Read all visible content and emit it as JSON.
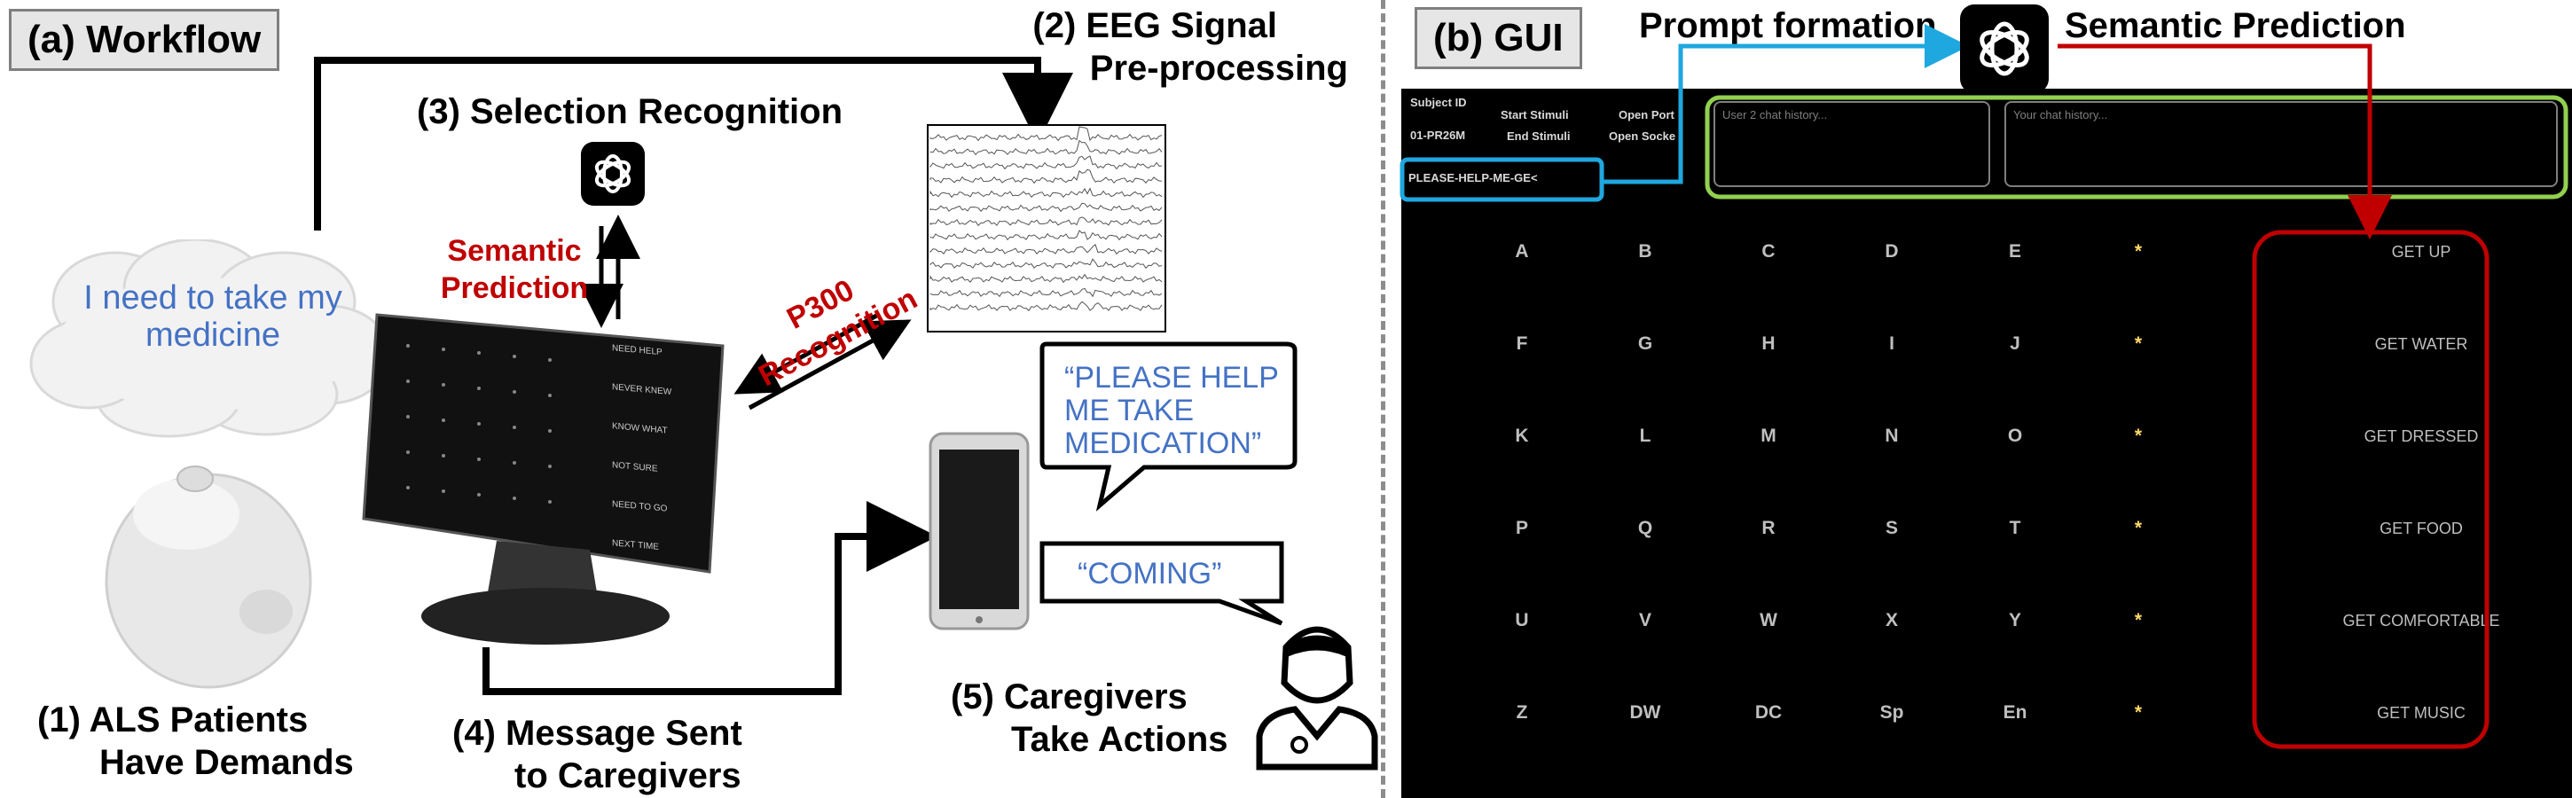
{
  "left": {
    "tag": "(a) Workflow",
    "thought": [
      "I need to take my",
      "medicine"
    ],
    "step1": [
      "(1)  ALS Patients",
      "Have Demands"
    ],
    "step2": [
      "(2) EEG Signal",
      "Pre-processing"
    ],
    "step3": "(3) Selection Recognition",
    "step4": [
      "(4) Message Sent",
      "to Caregivers"
    ],
    "step5": [
      "(5) Caregivers",
      "Take Actions"
    ],
    "semantic": [
      "Semantic",
      "Prediction"
    ],
    "p300": [
      "P300",
      "Recognition"
    ],
    "bubble1": [
      "“PLEASE HELP",
      "ME TAKE",
      "MEDICATION”"
    ],
    "bubble2": "“COMING”",
    "monitor_predictions": [
      "NEED HELP",
      "NEVER KNEW",
      "KNOW WHAT",
      "NOT SURE",
      "NEED TO GO",
      "NEXT TIME"
    ]
  },
  "right": {
    "tag": "(b) GUI",
    "prompt_formation": "Prompt formation",
    "semantic_prediction": "Semantic Prediction",
    "subject_id_label": "Subject ID",
    "subject_id": "01-PR26M",
    "start_stimuli": "Start Stimuli",
    "end_stimuli": "End Stimuli",
    "open_port": "Open Port",
    "open_socket": "Open Socke",
    "typed_text": "PLEASE-HELP-ME-GE<",
    "user_chat_placeholder": "User 2 chat history...",
    "your_chat_placeholder": "Your chat history...",
    "grid": [
      [
        "A",
        "B",
        "C",
        "D",
        "E",
        "*"
      ],
      [
        "F",
        "G",
        "H",
        "I",
        "J",
        "*"
      ],
      [
        "K",
        "L",
        "M",
        "N",
        "O",
        "*"
      ],
      [
        "P",
        "Q",
        "R",
        "S",
        "T",
        "*"
      ],
      [
        "U",
        "V",
        "W",
        "X",
        "Y",
        "*"
      ],
      [
        "Z",
        "DW",
        "DC",
        "Sp",
        "En",
        "*"
      ]
    ],
    "predictions": [
      "GET UP",
      "GET WATER",
      "GET DRESSED",
      "GET FOOD",
      "GET COMFORTABLE",
      "GET MUSIC"
    ]
  },
  "colors": {
    "accent_red": "#c00000",
    "accent_blue": "#4472c4",
    "cyan_box": "#1fa7e0",
    "green_box": "#92d050"
  }
}
